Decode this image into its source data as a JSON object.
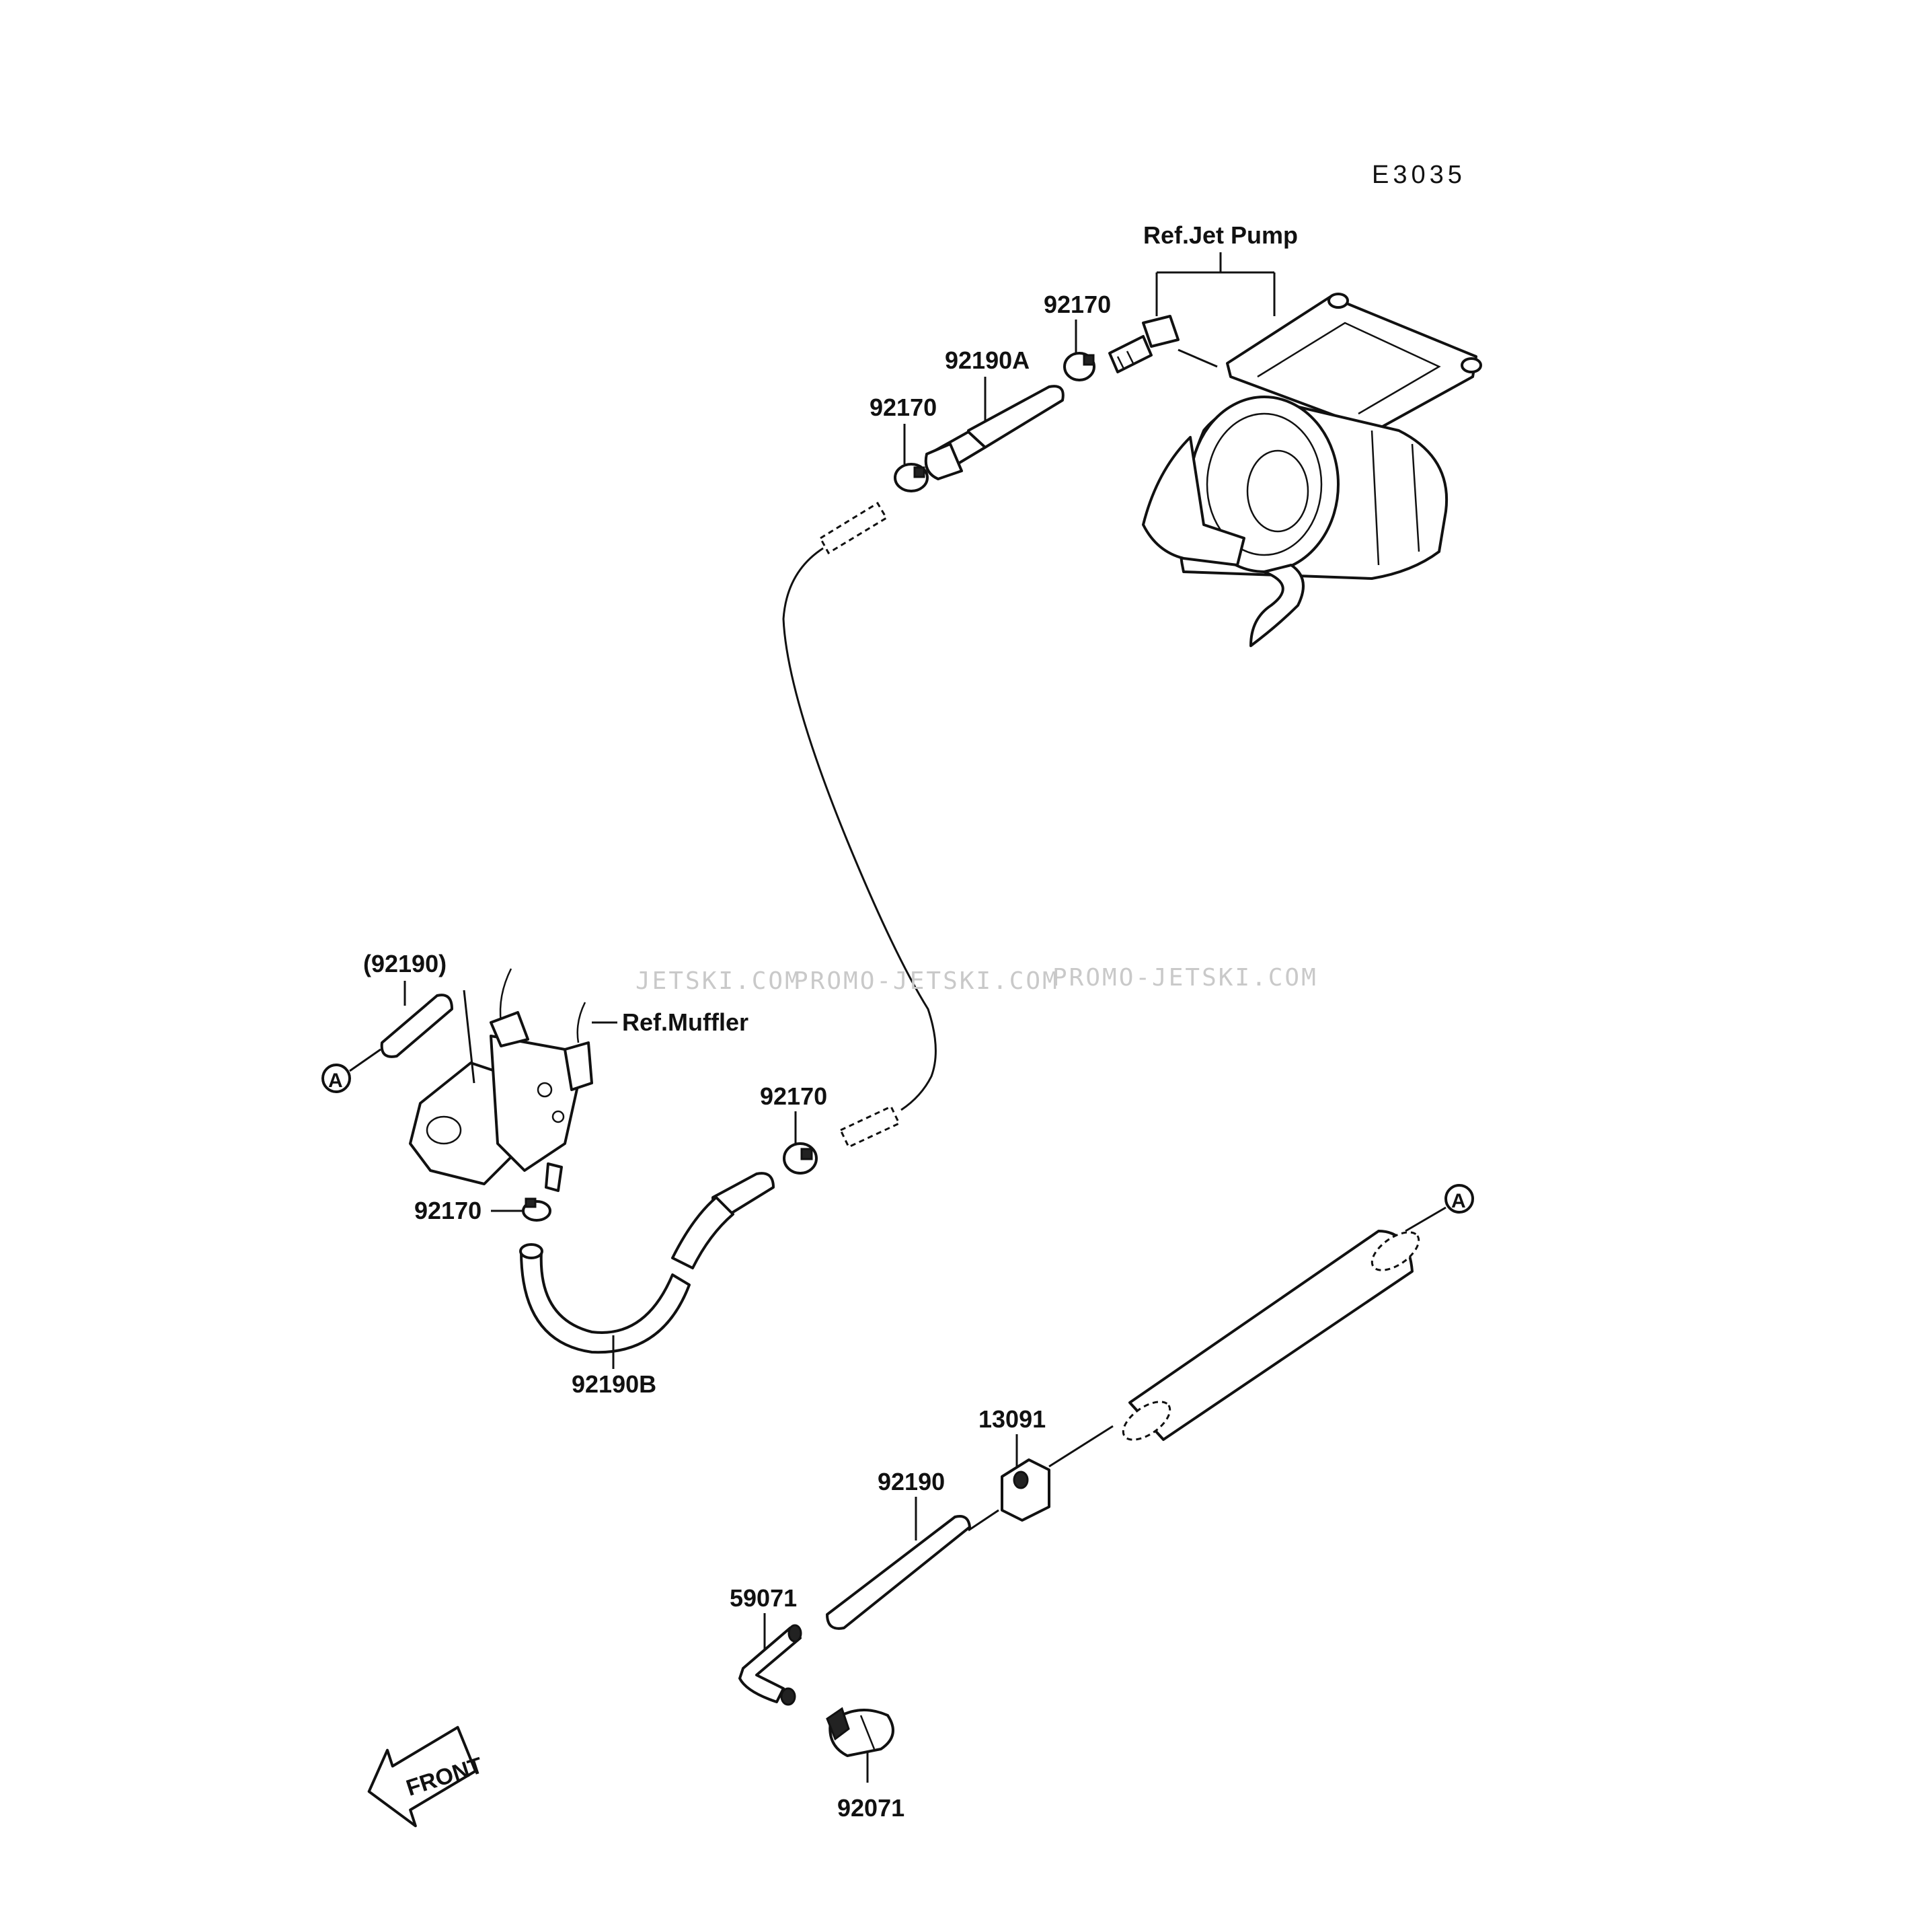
{
  "diagram_code": "E3035",
  "refs": {
    "jet_pump": "Ref.Jet Pump",
    "muffler": "Ref.Muffler"
  },
  "callout_marker": "A",
  "front_label": "FRONT",
  "watermarks": [
    "JETSKI.COM",
    "PROMO-JETSKI.COM",
    "PROMO-JETSKI.COM"
  ],
  "parts": {
    "clamp_top_right": "92170",
    "hose_a": "92190A",
    "clamp_top_left": "92170",
    "hose_paren": "(92190)",
    "clamp_mid": "92170",
    "clamp_muffler": "92170",
    "hose_b": "92190B",
    "grommet": "13091",
    "hose_lower": "92190",
    "fitting_elbow": "59071",
    "plug": "92071"
  }
}
